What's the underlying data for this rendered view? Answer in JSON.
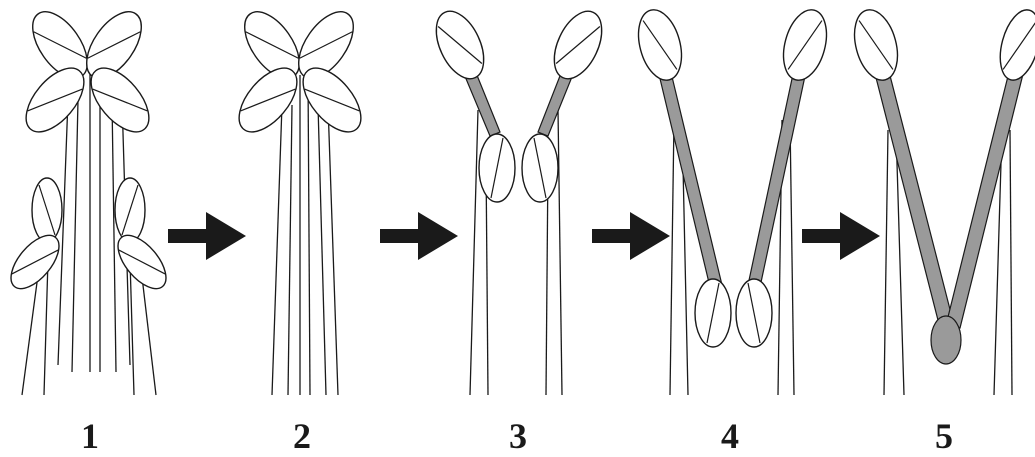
{
  "figure": {
    "stages": [
      {
        "label": "1"
      },
      {
        "label": "2"
      },
      {
        "label": "3"
      },
      {
        "label": "4"
      },
      {
        "label": "5"
      }
    ],
    "arrow_count": 4,
    "colors": {
      "outline": "#1a1a1a",
      "fill_connective": "#9a9a9a",
      "background": "#ffffff"
    }
  }
}
